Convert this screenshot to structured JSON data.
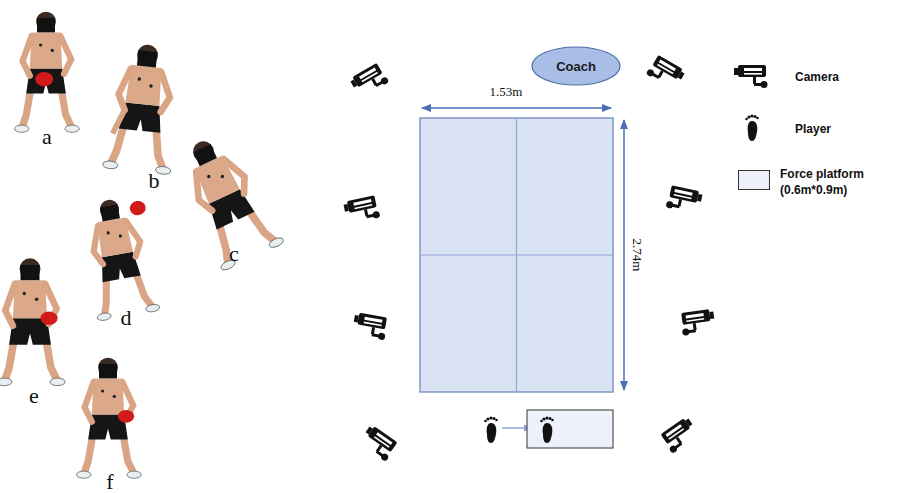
{
  "diagram": {
    "nodes": [
      {
        "text": [
          "Coach"
        ]
      }
    ],
    "labels": [
      "a",
      "b",
      "c",
      "d",
      "e",
      "f",
      "1.53m",
      "2.74m"
    ],
    "legend": [
      {
        "text": "Camera"
      },
      {
        "text": "Player"
      },
      {
        "text": "Force platform (0.6m*0.9m)",
        "color": "#eef1fa"
      }
    ]
  }
}
